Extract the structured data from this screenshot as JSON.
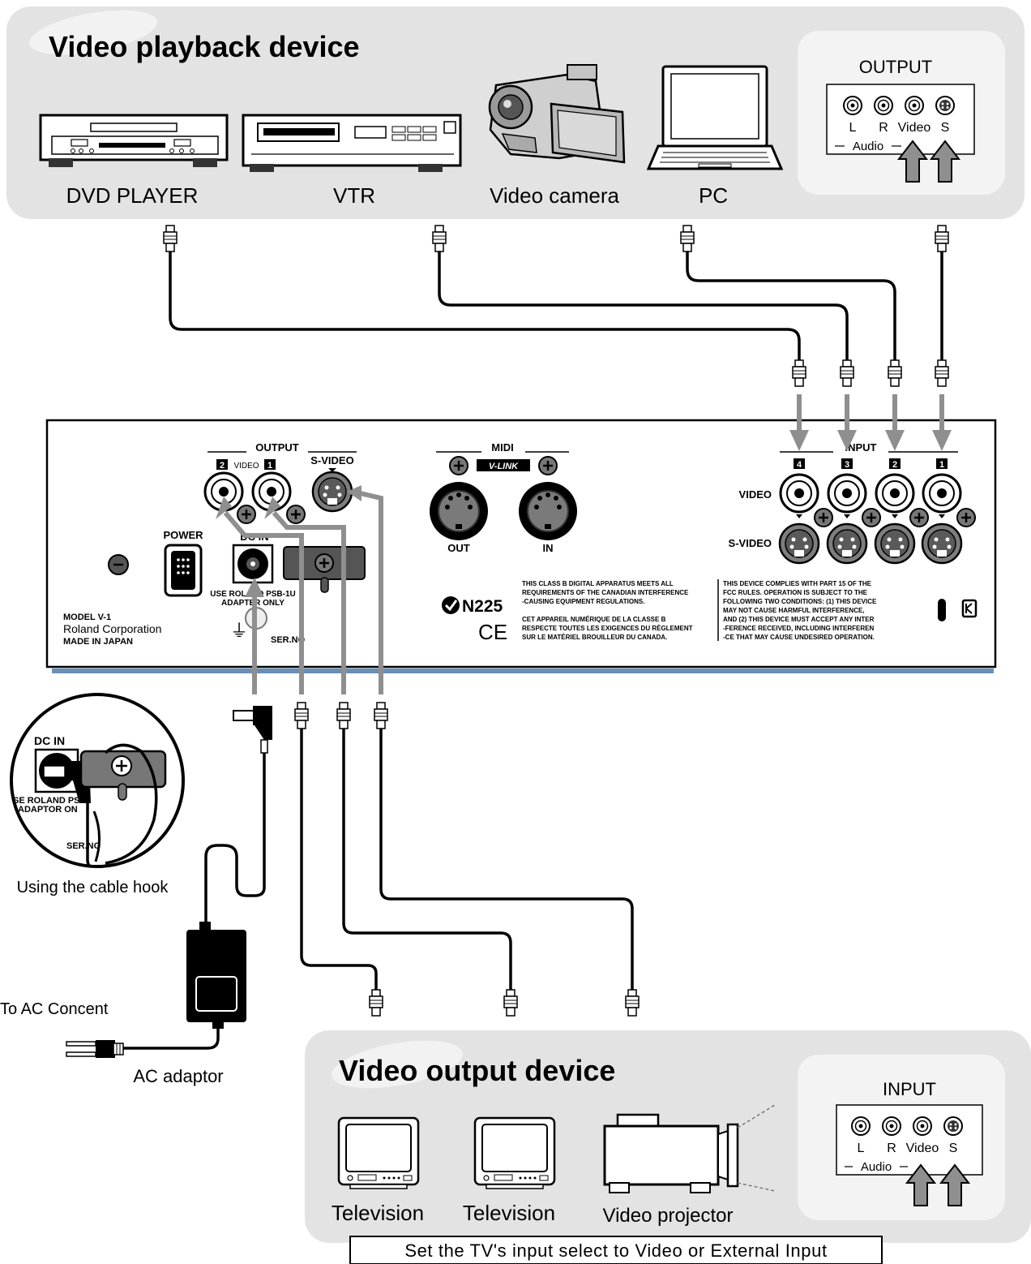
{
  "playback": {
    "title": "Video playback device",
    "devices": [
      "DVD PLAYER",
      "VTR",
      "Video camera",
      "PC"
    ],
    "jack_box": {
      "title": "OUTPUT",
      "labels": [
        "L",
        "R",
        "Video",
        "S"
      ],
      "audio": "Audio"
    }
  },
  "output_device": {
    "title": "Video output device",
    "devices": [
      "Television",
      "Television",
      "Video projector"
    ],
    "jack_box": {
      "title": "INPUT",
      "labels": [
        "L",
        "R",
        "Video",
        "S"
      ],
      "audio": "Audio"
    },
    "note": "Set the TV's input select to Video or External Input"
  },
  "panel": {
    "output": "OUTPUT",
    "video_label": "VIDEO",
    "output_nums": [
      "2",
      "1"
    ],
    "svideo": "S-VIDEO",
    "midi": "MIDI",
    "vlink": "V-LINK",
    "midi_out": "OUT",
    "midi_in": "IN",
    "input": "INPUT",
    "input_nums": [
      "4",
      "3",
      "2",
      "1"
    ],
    "input_video": "VIDEO",
    "input_svideo": "S-VIDEO",
    "power": "POWER",
    "dcin": "DC IN",
    "adaptor_note": [
      "USE ROLAND PSB-1U",
      "ADAPTER ONLY"
    ],
    "serno": "SER.NO",
    "model": [
      "MODEL  V-1",
      "Roland Corporation",
      "MADE IN JAPAN"
    ],
    "n225": "N225",
    "ce": "CE",
    "canada_en": [
      "THIS CLASS B DIGITAL APPARATUS MEETS ALL",
      "REQUIREMENTS OF THE CANADIAN INTERFERENCE",
      "-CAUSING EQUIPMENT REGULATIONS."
    ],
    "canada_fr": [
      "CET APPAREIL NUMÉRIQUE DE LA CLASSE B",
      "RESPECTE TOUTES LES EXIGENCES DU RÈGLEMENT",
      "SUR LE MATÉRIEL BROUILLEUR DU CANADA."
    ],
    "fcc": [
      "THIS DEVICE COMPLIES WITH PART 15 OF THE",
      "FCC RULES. OPERATION IS SUBJECT TO THE",
      "FOLLOWING TWO CONDITIONS: (1) THIS DEVICE",
      "MAY NOT CAUSE HARMFUL INTERFERENCE,",
      "AND (2) THIS DEVICE MUST ACCEPT ANY INTER",
      "-FERENCE RECEIVED, INCLUDING INTERFEREN",
      "-CE THAT MAY CAUSE UNDESIRED OPERATION."
    ]
  },
  "inset": {
    "dcin": "DC IN",
    "note": [
      "SE ROLAND PS U",
      "ADAPTOR ON"
    ],
    "serno": "SER.NO",
    "caption": "Using the cable hook"
  },
  "power_labels": {
    "ac": "To AC Concent",
    "adaptor": "AC adaptor"
  },
  "colors": {
    "panel_bg": "#e3e3e3",
    "jack_box_bg": "#f3f3f3",
    "arrow": "#8f8f8f",
    "cable": "#000000"
  }
}
